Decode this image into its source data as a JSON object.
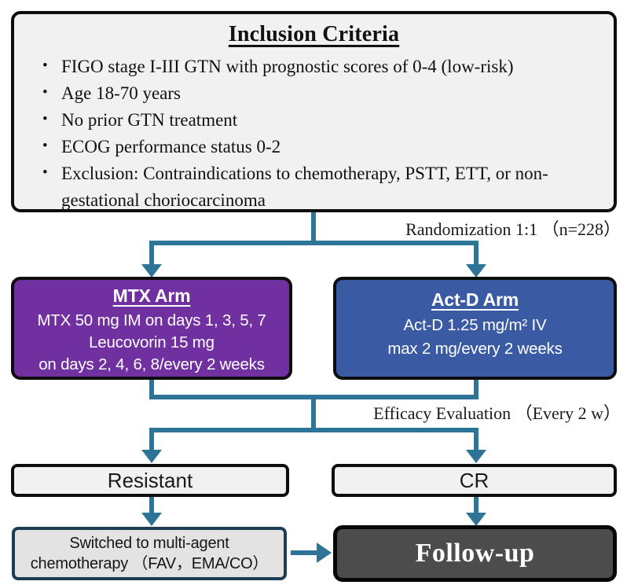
{
  "colors": {
    "arrow": "#2E7496",
    "purple": "#7030A0",
    "blue": "#3A5AA4",
    "light_box": "#F1F1F1",
    "switched_bg": "#E3E3E3",
    "switched_border": "#1D3E52",
    "followup_bg": "#4C4C4C"
  },
  "inclusion": {
    "title": "Inclusion Criteria",
    "bullets": [
      "FIGO stage I-III GTN with prognostic scores of 0-4 (low-risk)",
      "Age 18-70 years",
      "No prior GTN treatment",
      "ECOG performance status 0-2",
      "Exclusion: Contraindications to chemotherapy, PSTT, ETT, or non-gestational choriocarcinoma"
    ]
  },
  "labels": {
    "randomization": "Randomization 1:1 （n=228）",
    "efficacy": "Efficacy Evaluation （Every 2 w）"
  },
  "arms": {
    "mtx": {
      "title": "MTX Arm",
      "lines": [
        "MTX 50 mg IM on days 1, 3, 5, 7",
        "Leucovorin 15 mg",
        "on days 2, 4, 6, 8/every 2 weeks"
      ]
    },
    "actd": {
      "title": "Act-D Arm",
      "lines": [
        "Act-D 1.25 mg/m² IV",
        "max 2 mg/every 2 weeks"
      ]
    }
  },
  "outcomes": {
    "resistant": "Resistant",
    "cr": "CR"
  },
  "final": {
    "switched_line1": "Switched to multi-agent",
    "switched_line2": "chemotherapy （FAV，EMA/CO）",
    "followup": "Follow-up"
  }
}
